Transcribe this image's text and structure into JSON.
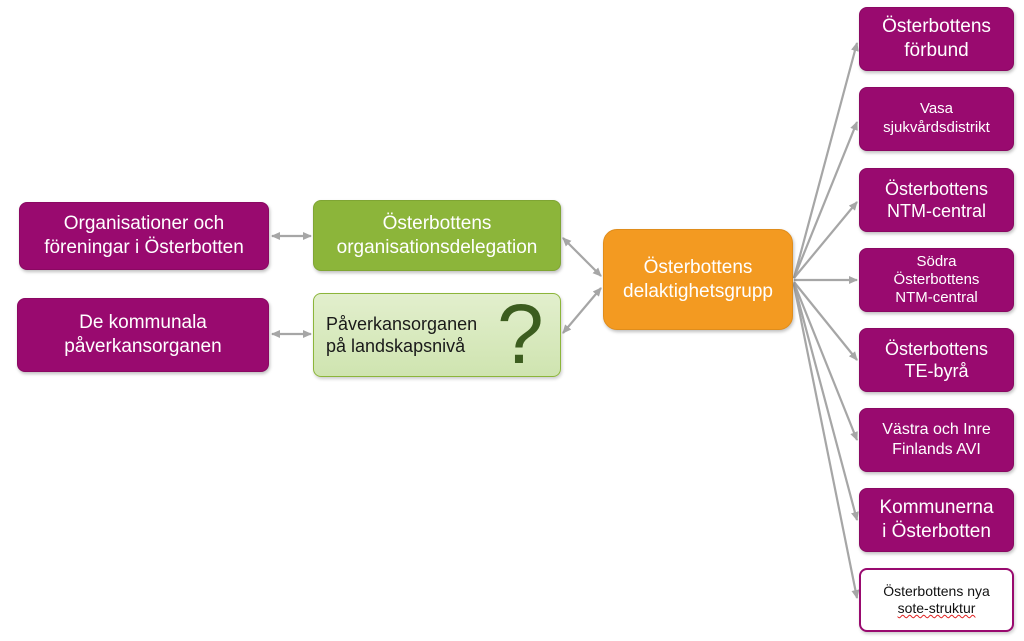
{
  "left": {
    "organisations": "Organisationer och\nföreningar i Österbotten",
    "municipal": "De kommunala\npåverkansorganen"
  },
  "middle": {
    "delegation": "Österbottens\norganisationsdelegation",
    "regional": "Påverkansorganen\npå landskapsnivå",
    "question_mark": "?"
  },
  "center": {
    "group": "Österbottens\ndelaktighetsgrupp"
  },
  "right": [
    "Österbottens\nförbund",
    "Vasa\nsjukvårdsdistrikt",
    "Österbottens\nNTM-central",
    "Södra\nÖsterbottens\nNTM-central",
    "Österbottens\nTE-byrå",
    "Västra och Inre\nFinlands AVI",
    "Kommunerna\ni Österbotten"
  ],
  "sote": {
    "line1": "Österbottens nya",
    "line2": "sote-struktur"
  },
  "colors": {
    "purple": "#990a6f",
    "green": "#8cb53a",
    "orange": "#f39a21",
    "arrow": "#a6a6a6"
  }
}
